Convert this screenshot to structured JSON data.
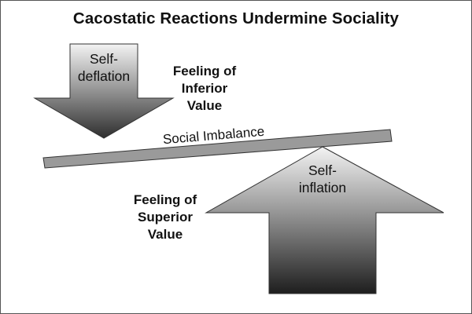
{
  "title": "Cacostatic Reactions Undermine Sociality",
  "down_arrow": {
    "line1": "Self-",
    "line2": "deflation"
  },
  "up_arrow": {
    "line1": "Self-",
    "line2": "inflation"
  },
  "inferior_label": {
    "line1": "Feeling of",
    "line2": "Inferior",
    "line3": "Value"
  },
  "superior_label": {
    "line1": "Feeling of",
    "line2": "Superior",
    "line3": "Value"
  },
  "beam_label": "Social Imbalance",
  "colors": {
    "beam_fill": "#9a9a9a",
    "arrow_light": "#f2f2f2",
    "arrow_dark": "#2a2a2a",
    "stroke": "#333333"
  }
}
